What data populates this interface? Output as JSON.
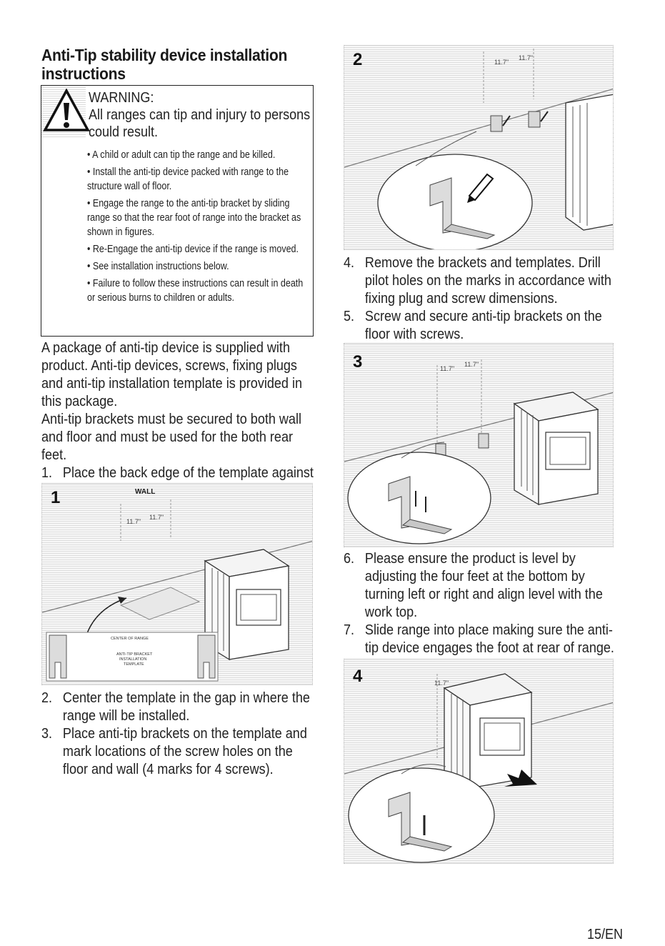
{
  "heading": "Anti-Tip stability device installation instructions",
  "warning": {
    "label": "WARNING:",
    "line1": "All ranges can tip and injury to persons",
    "line2": "could result.",
    "bullets": [
      "• A child or adult can tip the range and be killed.",
      "• Install the anti-tip device packed with range to the structure wall of floor.",
      "• Engage the range to the anti-tip bracket by sliding range so that the rear foot of range into the bracket as shown in figures.",
      "• Re-Engage the anti-tip device if the range is moved.",
      "• See installation instructions below.",
      "• Failure to follow these instructions can result in death or serious burns to children or adults."
    ]
  },
  "intro": {
    "para1": "A package of anti-tip device is supplied with product. Anti-tip devices, screws, fixing plugs and anti-tip installation template is provided in this package.",
    "para2": "Anti-tip brackets must be secured to both wall and floor and must be used for the both rear feet."
  },
  "steps": [
    {
      "num": "1.",
      "text": "Place the back edge of the template against the wall behind the range."
    },
    {
      "num": "2.",
      "text": "Center the template in the gap in where the range will be installed."
    },
    {
      "num": "3.",
      "text": "Place anti-tip brackets on the template and mark locations of the screw holes on the floor and wall (4 marks for 4 screws)."
    },
    {
      "num": "4.",
      "text": "Remove the brackets and templates. Drill pilot holes on the marks in accordance with fixing plug and screw dimensions."
    },
    {
      "num": "5.",
      "text": "Screw and secure anti-tip brackets on the floor with screws."
    },
    {
      "num": "6.",
      "text": "Please ensure the product is level by adjusting the four feet at the bottom by turning left or right and align level with the work top."
    },
    {
      "num": "7.",
      "text": "Slide range into place making sure the anti-tip device engages the foot at rear of range."
    }
  ],
  "figures": {
    "fig1": {
      "number": "1",
      "wall_label": "WALL",
      "dimension": "11.7\"",
      "template_line1": "CENTER OF RANGE",
      "template_line2": "ANTI-TIP BRACKET",
      "template_line3": "INSTALLATION",
      "template_line4": "TEMPLATE"
    },
    "fig2": {
      "number": "2",
      "dimension": "11.7\""
    },
    "fig3": {
      "number": "3",
      "dimension": "11.7\""
    },
    "fig4": {
      "number": "4",
      "dimension": "11.7\""
    }
  },
  "page_number": "15/EN",
  "icons": {
    "warning": "warning-triangle-icon"
  }
}
